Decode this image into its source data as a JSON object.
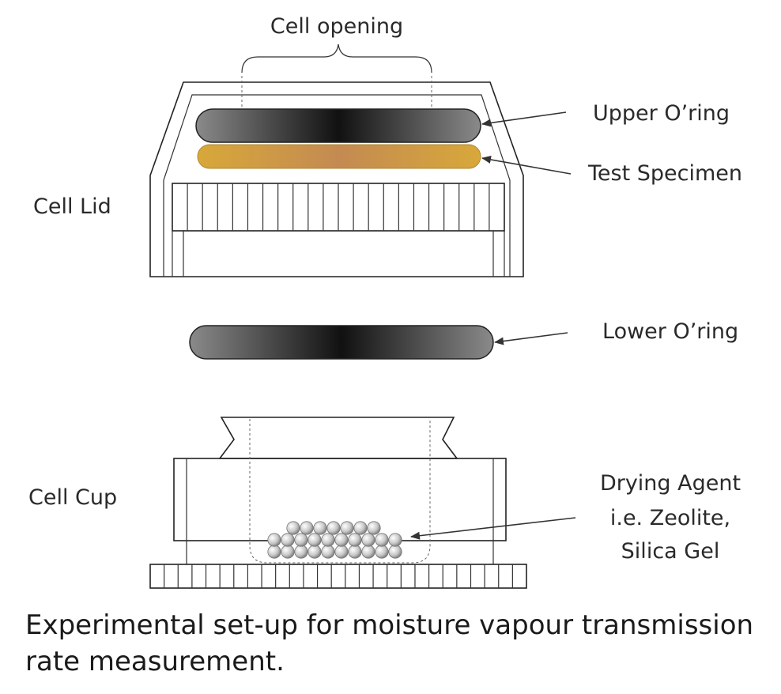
{
  "labels": {
    "cell_opening": "Cell opening",
    "upper_oring": "Upper O’ring",
    "test_specimen": "Test Specimen",
    "cell_lid": "Cell Lid",
    "lower_oring": "Lower O’ring",
    "cell_cup": "Cell Cup",
    "drying_agent": [
      "Drying Agent",
      "i.e. Zeolite,",
      "Silica Gel"
    ]
  },
  "caption": "Experimental set-up for moisture vapour transmission rate measurement.",
  "colors": {
    "oring_dark": "#111111",
    "oring_light": "#8a8a8a",
    "specimen_edge": "#d8a83a",
    "specimen_center": "#c48a52",
    "bead": "#c8c8c8"
  }
}
